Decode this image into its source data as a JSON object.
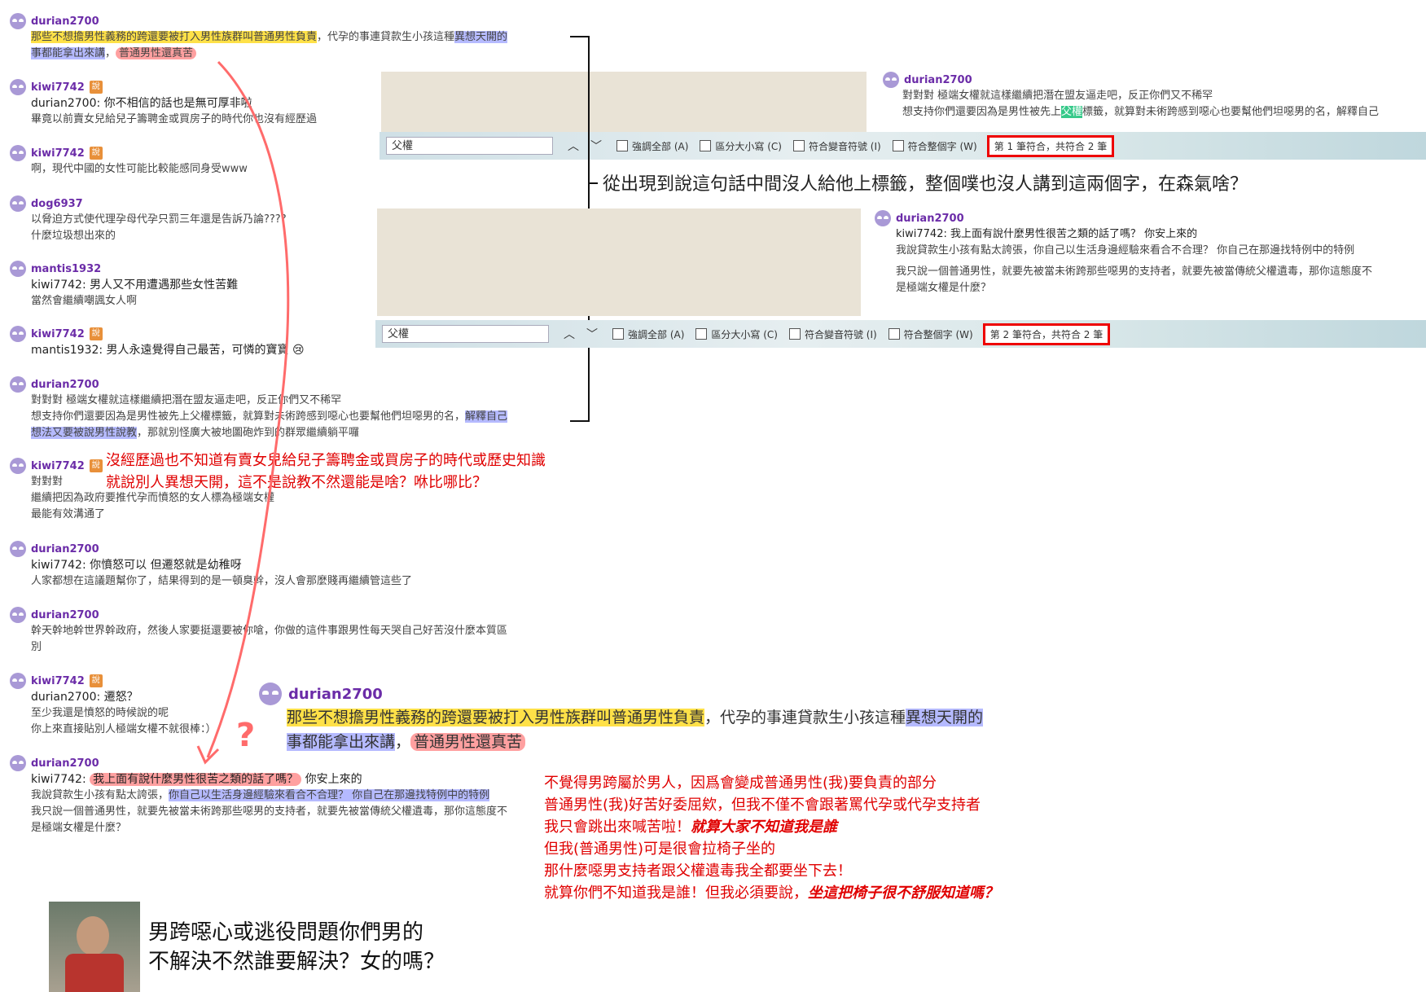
{
  "left_column": [
    {
      "user": "durian2700",
      "badge": "",
      "lines": [
        [
          {
            "t": "那些不想擔男性義務的跨還要被打入男性族群叫普通男性負責",
            "h": "y"
          },
          {
            "t": "，代孕的事連貸款生小孩這種",
            "h": ""
          },
          {
            "t": "異想天開的",
            "h": "b"
          }
        ],
        [
          {
            "t": "事都能拿出來講",
            "h": "b"
          },
          {
            "t": "，",
            "h": ""
          },
          {
            "t": "普通男性還真苦",
            "h": "r"
          }
        ]
      ]
    },
    {
      "user": "kiwi7742",
      "badge": "說",
      "lines": [
        [
          {
            "t": "durian2700: 你不相信的話也是無可厚非啦",
            "h": ""
          }
        ],
        [
          {
            "t": "畢竟以前賣女兒給兒子籌聘金或買房子的時代你也沒有經歷過",
            "h": ""
          }
        ]
      ]
    },
    {
      "user": "kiwi7742",
      "badge": "說",
      "lines": [
        [
          {
            "t": "啊，現代中國的女性可能比較能感同身受www",
            "h": ""
          }
        ]
      ]
    },
    {
      "user": "dog6937",
      "badge": "",
      "lines": [
        [
          {
            "t": "以脅迫方式使代理孕母代孕只罰三年還是告訴乃論????",
            "h": ""
          }
        ],
        [
          {
            "t": "什麼垃圾想出來的",
            "h": ""
          }
        ]
      ]
    },
    {
      "user": "mantis1932",
      "badge": "",
      "lines": [
        [
          {
            "t": "kiwi7742: 男人又不用遭遇那些女性苦難",
            "h": ""
          }
        ],
        [
          {
            "t": "當然會繼續嘲諷女人啊",
            "h": ""
          }
        ]
      ]
    },
    {
      "user": "kiwi7742",
      "badge": "說",
      "lines": [
        [
          {
            "t": "mantis1932: 男人永遠覺得自己最苦，可憐的寶寶 😢",
            "h": ""
          }
        ]
      ]
    },
    {
      "user": "durian2700",
      "badge": "",
      "lines": [
        [
          {
            "t": "對對對 極端女權就這樣繼續把潛在盟友逼走吧，反正你們又不稀罕",
            "h": ""
          }
        ],
        [
          {
            "t": "想支持你們還要因為是男性被先上父權標籤，就算對未術跨感到噁心也要幫他們坦噁男的名，",
            "h": ""
          },
          {
            "t": "解釋自己",
            "h": "b"
          }
        ],
        [
          {
            "t": "想法又要被說男性說教",
            "h": "b"
          },
          {
            "t": "，那就別怪廣大被地圖砲炸到的群眾繼續躺平囉",
            "h": ""
          }
        ]
      ]
    },
    {
      "user": "kiwi7742",
      "badge": "說",
      "lines": [
        [
          {
            "t": "對對對",
            "h": ""
          }
        ],
        [
          {
            "t": "繼續把因為政府要推代孕而憤怒的女人標為極端女權",
            "h": ""
          }
        ],
        [
          {
            "t": "最能有效溝通了",
            "h": ""
          }
        ]
      ]
    },
    {
      "user": "durian2700",
      "badge": "",
      "lines": [
        [
          {
            "t": "kiwi7742: 你憤怒可以 但遷怒就是幼稚呀",
            "h": ""
          }
        ],
        [
          {
            "t": "人家都想在這議題幫你了，結果得到的是一頓臭幹，沒人會那麼賤再繼續管這些了",
            "h": ""
          }
        ]
      ]
    },
    {
      "user": "durian2700",
      "badge": "",
      "lines": [
        [
          {
            "t": "幹天幹地幹世界幹政府，然後人家要挺還要被你嗆，你做的這件事跟男性每天哭自己好苦沒什麼本質區",
            "h": ""
          }
        ],
        [
          {
            "t": "別",
            "h": ""
          }
        ]
      ]
    },
    {
      "user": "kiwi7742",
      "badge": "說",
      "lines": [
        [
          {
            "t": "durian2700: 遷怒？",
            "h": ""
          }
        ],
        [
          {
            "t": "至少我還是憤怒的時候說的呢",
            "h": ""
          }
        ],
        [
          {
            "t": "你上來直接貼別人極端女權不就很棒：）",
            "h": ""
          }
        ]
      ]
    },
    {
      "user": "durian2700",
      "badge": "",
      "lines": [
        [
          {
            "t": "kiwi7742: ",
            "h": ""
          },
          {
            "t": "我上面有說什麼男性很苦之類的話了嗎？",
            "h": "r"
          },
          {
            "t": " 你安上來的",
            "h": ""
          }
        ],
        [
          {
            "t": "我說貸款生小孩有點太誇張，",
            "h": ""
          },
          {
            "t": "你自己以生活身邊經驗來看合不合理？ 你自己在那邊找特例中的特例",
            "h": "b"
          }
        ],
        [
          {
            "t": "我只說一個普通男性，就要先被當未術跨那些噁男的支持者，就要先被當傳統父權遺毒，那你這態度不",
            "h": ""
          }
        ],
        [
          {
            "t": "是極端女權是什麼？",
            "h": ""
          }
        ]
      ]
    }
  ],
  "panel1": {
    "user": "durian2700",
    "line1": "對對對 極端女權就這樣繼續把潛在盟友逼走吧，反正你們又不稀罕",
    "line2a": "想支持你們還要因為是男性被先上",
    "line2hl": "父權",
    "line2b": "標籤，就算對未術跨感到噁心也要幫他們坦噁男的名，解釋自己",
    "find": {
      "query": "父權",
      "highlight_all": "強調全部 (A)",
      "match_case": "區分大小寫 (C)",
      "diacritics": "符合變音符號 (I)",
      "whole_words": "符合整個字 (W)",
      "status": "第 1 筆符合，共符合 2 筆"
    }
  },
  "panel2": {
    "user": "durian2700",
    "line1": "kiwi7742: 我上面有說什麼男性很苦之類的話了嗎？ 你安上來的",
    "line2": "我說貸款生小孩有點太誇張，你自己以生活身邊經驗來看合不合理？ 你自己在那邊找特例中的特例",
    "line3": "我只說一個普通男性，就要先被當未術跨那些噁男的支持者，就要先被當傳統父權遺毒，那你這態度不",
    "line4": "是極端女權是什麼？",
    "find": {
      "query": "父權",
      "highlight_all": "強調全部 (A)",
      "match_case": "區分大小寫 (C)",
      "diacritics": "符合變音符號 (I)",
      "whole_words": "符合整個字 (W)",
      "status": "第 2 筆符合，共符合 2 筆"
    }
  },
  "annotations": {
    "bracket_note": "從出現到說這句話中間沒人給他上標籤，整個噗也沒人講到這兩個字，在森氣啥？",
    "red1": "沒經歷過也不知道有賣女兒給兒子籌聘金或買房子的時代或歷史知識",
    "red2": "就說別人異想天開，這不是說教不然還能是啥？咻比哪比？",
    "question": "?",
    "big_red_lines": [
      {
        "a": "不覺得男跨屬於男人，因爲會變成普通男性(我)要負責的部分",
        "b": ""
      },
      {
        "a": "普通男性(我)好苦好委屈欸，但我不僅不會跟著罵代孕或代孕支持者",
        "b": ""
      },
      {
        "a": "我只會跳出來喊苦啦！",
        "b": "就算大家不知道我是誰"
      },
      {
        "a": "但我(普通男性)可是很會拉椅子坐的",
        "b": ""
      },
      {
        "a": "那什麼噁男支持者跟父權遺毒我全都要坐下去！",
        "b": ""
      },
      {
        "a": "就算你們不知道我是誰！但我必須要說，",
        "b": "坐這把椅子很不舒服知道嗎？"
      }
    ],
    "meme_line1": "男跨噁心或逃役問題你們男的",
    "meme_line2": "不解決不然誰要解決？女的嗎？"
  },
  "zoom": {
    "user": "durian2700",
    "line1": [
      {
        "t": "那些不想擔男性義務的跨還要被打入男性族群叫普通男性負責",
        "h": "y"
      },
      {
        "t": "，代孕的事連貸款生小孩這種",
        "h": ""
      },
      {
        "t": "異想天開的",
        "h": "b"
      }
    ],
    "line2": [
      {
        "t": "事都能拿出來講",
        "h": "b"
      },
      {
        "t": "，",
        "h": ""
      },
      {
        "t": "普通男性還真苦",
        "h": "r"
      }
    ]
  },
  "colors": {
    "annotation_red": "#e00000",
    "username": "#6b2ca8",
    "badge": "#e8903a",
    "highlight_yellow": "#ffdc28",
    "highlight_blue": "#7882ff",
    "highlight_pink": "#ff7878"
  }
}
